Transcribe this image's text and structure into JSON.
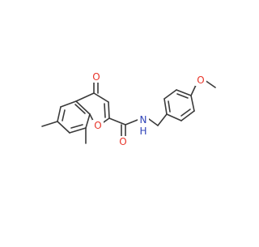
{
  "molecule": {
    "atom_labels": {
      "oxo": "O",
      "ring_oxygen": "O",
      "amide_oxygen": "O",
      "amide_nitrogen": "N",
      "amide_hydrogen": "H",
      "methoxy_oxygen": "O"
    },
    "colors": {
      "bond": "#3a3a3a",
      "oxygen": "#e8352a",
      "nitrogen": "#2f43b8",
      "background": "#ffffff"
    }
  }
}
